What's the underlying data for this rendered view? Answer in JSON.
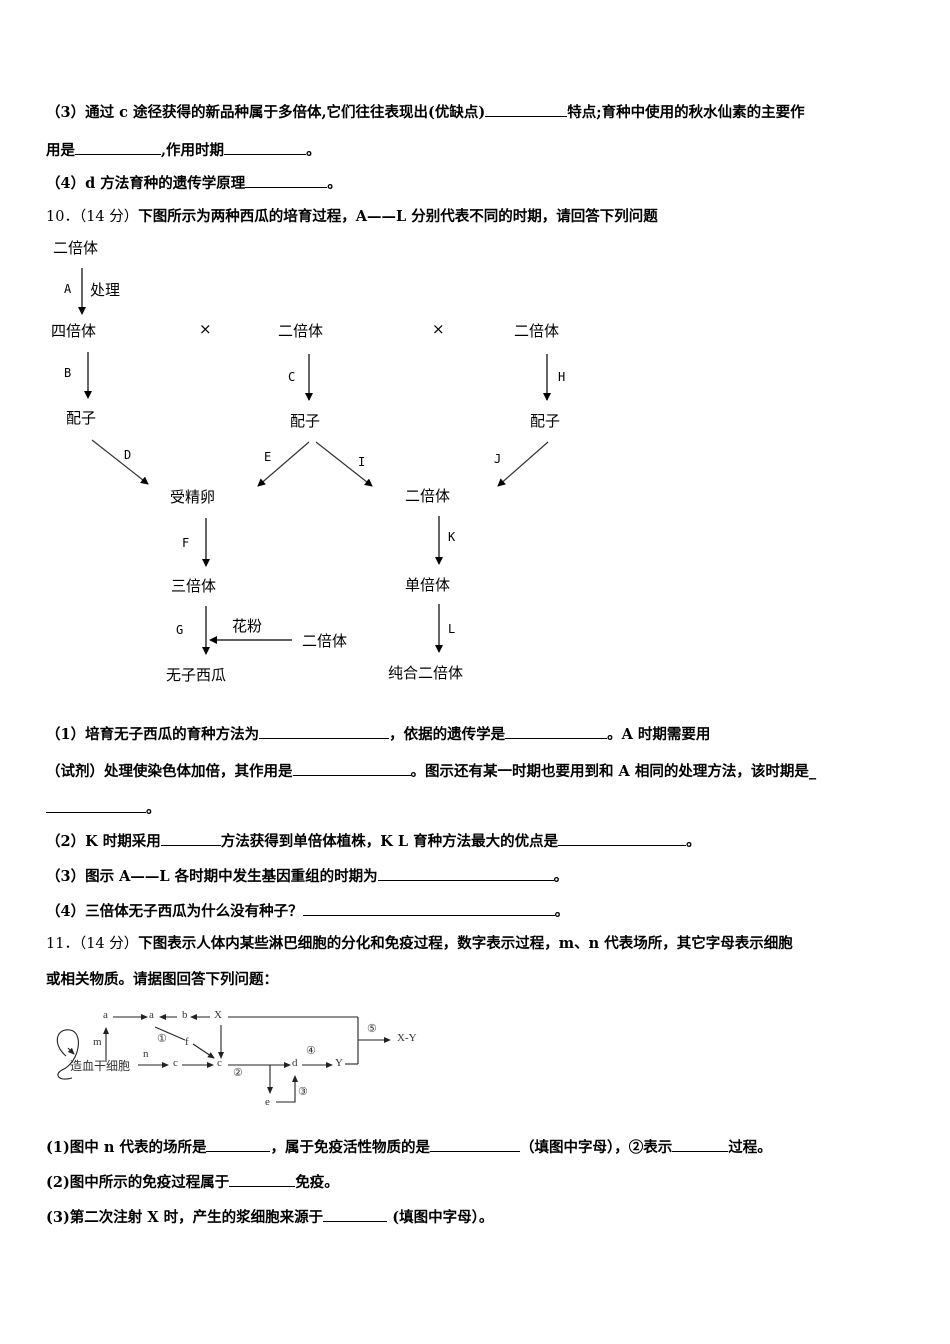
{
  "q9": {
    "part3_a": "（3）通过 c 途径获得的新品种属于多倍体,它们往往表现出(优缺点)",
    "part3_b": "特点;育种中使用的秋水仙素的主要作",
    "part3_c": "用是",
    "part3_d": ",作用时期",
    "part3_e": "。",
    "part4_a": "（4）d 方法育种的遗传学原理",
    "part4_b": "。"
  },
  "q10": {
    "number": "10．（14 分）",
    "stem": "下图所示为两种西瓜的培育过程，A——L 分别代表不同的时期，请回答下列问题",
    "diagram": {
      "diploid_top": "二倍体",
      "A_label": "A",
      "A_treat": "处理",
      "tetraploid": "四倍体",
      "cross1": "×",
      "diploid_mid": "二倍体",
      "cross2": "×",
      "diploid_right": "二倍体",
      "B": "B",
      "C": "C",
      "H": "H",
      "gamete1": "配子",
      "gamete2": "配子",
      "gamete3": "配子",
      "D": "D",
      "E": "E",
      "I": "I",
      "J": "J",
      "zygote": "受精卵",
      "diploid_center": "二倍体",
      "F": "F",
      "K": "K",
      "triploid": "三倍体",
      "haploid": "单倍体",
      "G": "G",
      "L": "L",
      "pollen": "花粉",
      "diploid_pollen": "二倍体",
      "seedless": "无子西瓜",
      "pure_diploid": "纯合二倍体"
    },
    "p1_a": "（1）培育无子西瓜的育种方法为",
    "p1_b": "，依据的遗传学是",
    "p1_c": "。A 时期需要用",
    "p1_d": "（试剂）处理使染色体加倍，其作用是",
    "p1_e": "。图示还有某一时期也要用到和 A 相同的处理方法，该时期是_",
    "p1_f": "。",
    "p2_a": "（2）K 时期采用",
    "p2_b": "方法获得到单倍体植株，K L 育种方法最大的优点是",
    "p2_c": "。",
    "p3_a": "（3）图示 A——L 各时期中发生基因重组的时期为",
    "p3_b": "。",
    "p4_a": "（4）三倍体无子西瓜为什么没有种子？",
    "p4_b": "。"
  },
  "q11": {
    "number": "11．（14 分）",
    "stem_a": "下图表示人体内某些淋巴细胞的分化和免疫过程，数字表示过程，m、n 代表场所，其它字母表示细胞",
    "stem_b": "或相关物质。请据图回答下列问题：",
    "diagram": {
      "stem_cell": "造血干细胞",
      "m": "m",
      "n": "n",
      "a1": "a",
      "a2": "a",
      "b": "b",
      "X": "X",
      "f": "f",
      "c1": "c",
      "c2": "c",
      "d": "d",
      "e": "e",
      "Y": "Y",
      "s1": "①",
      "s2": "②",
      "s3": "③",
      "s4": "④",
      "s5": "⑤",
      "XY": "X-Y"
    },
    "p1_a": "(1)图中 n 代表的场所是",
    "p1_b": "，属于免疫活性物质的是",
    "p1_c": "（填图中字母），②表示",
    "p1_d": "过程。",
    "p2_a": "(2)图中所示的免疫过程属于",
    "p2_b": "免疫。",
    "p3_a": "(3)第二次注射 X 时，产生的浆细胞来源于",
    "p3_b": " (填图中字母）。"
  }
}
